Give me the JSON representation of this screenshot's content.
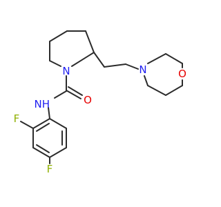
{
  "molecule": {
    "atoms": {
      "piperidine_n": {
        "symbol": "N",
        "color": "#1e1ef0"
      },
      "amide_o": {
        "symbol": "O",
        "color": "#e60000"
      },
      "amide_nh": {
        "symbol": "N",
        "h": "H",
        "color": "#1e1ef0"
      },
      "morpholine_n": {
        "symbol": "N",
        "color": "#1e1ef0"
      },
      "morpholine_o": {
        "symbol": "O",
        "color": "#e60000"
      },
      "fluorine_2": {
        "symbol": "F",
        "color": "#8fb000"
      },
      "fluorine_4": {
        "symbol": "F",
        "color": "#8fb000"
      }
    },
    "bond_color": "#2b2b2b"
  }
}
